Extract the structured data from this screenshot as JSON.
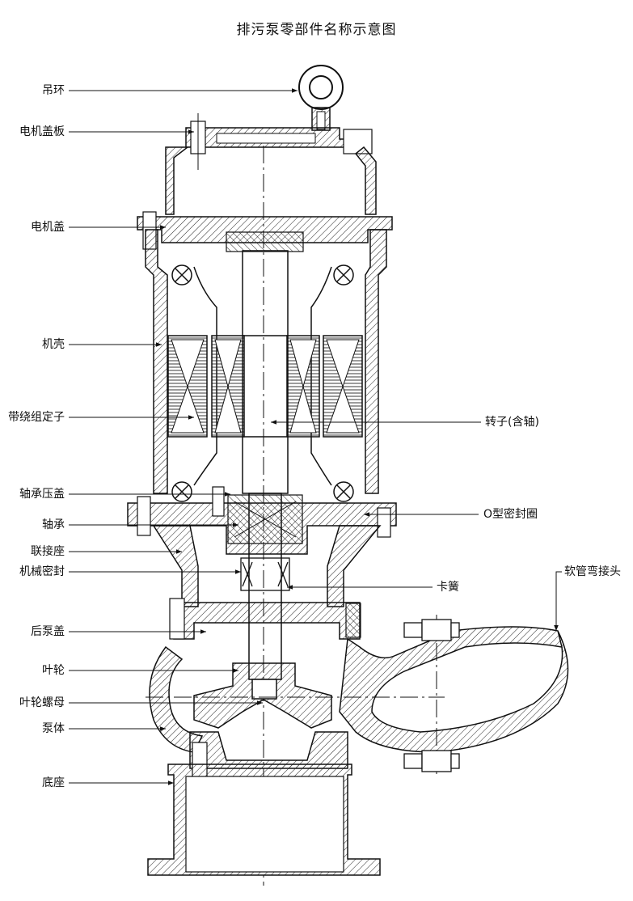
{
  "title": "排污泵零部件名称示意图",
  "labels": {
    "hanging_ring": "吊环",
    "motor_cover_plate": "电机盖板",
    "motor_cover": "电机盖",
    "housing": "机壳",
    "wound_stator": "带绕组定子",
    "rotor_with_shaft": "转子(含轴)",
    "bearing_press_cover": "轴承压盖",
    "bearing": "轴承",
    "o_ring": "O型密封圈",
    "connecting_seat": "联接座",
    "mechanical_seal": "机械密封",
    "circlip": "卡簧",
    "hose_elbow_joint": "软管弯接头",
    "rear_pump_cover": "后泵盖",
    "impeller": "叶轮",
    "impeller_nut": "叶轮螺母",
    "pump_body": "泵体",
    "base": "底座"
  },
  "colors": {
    "line": "#111111",
    "hatch": "#222222"
  }
}
